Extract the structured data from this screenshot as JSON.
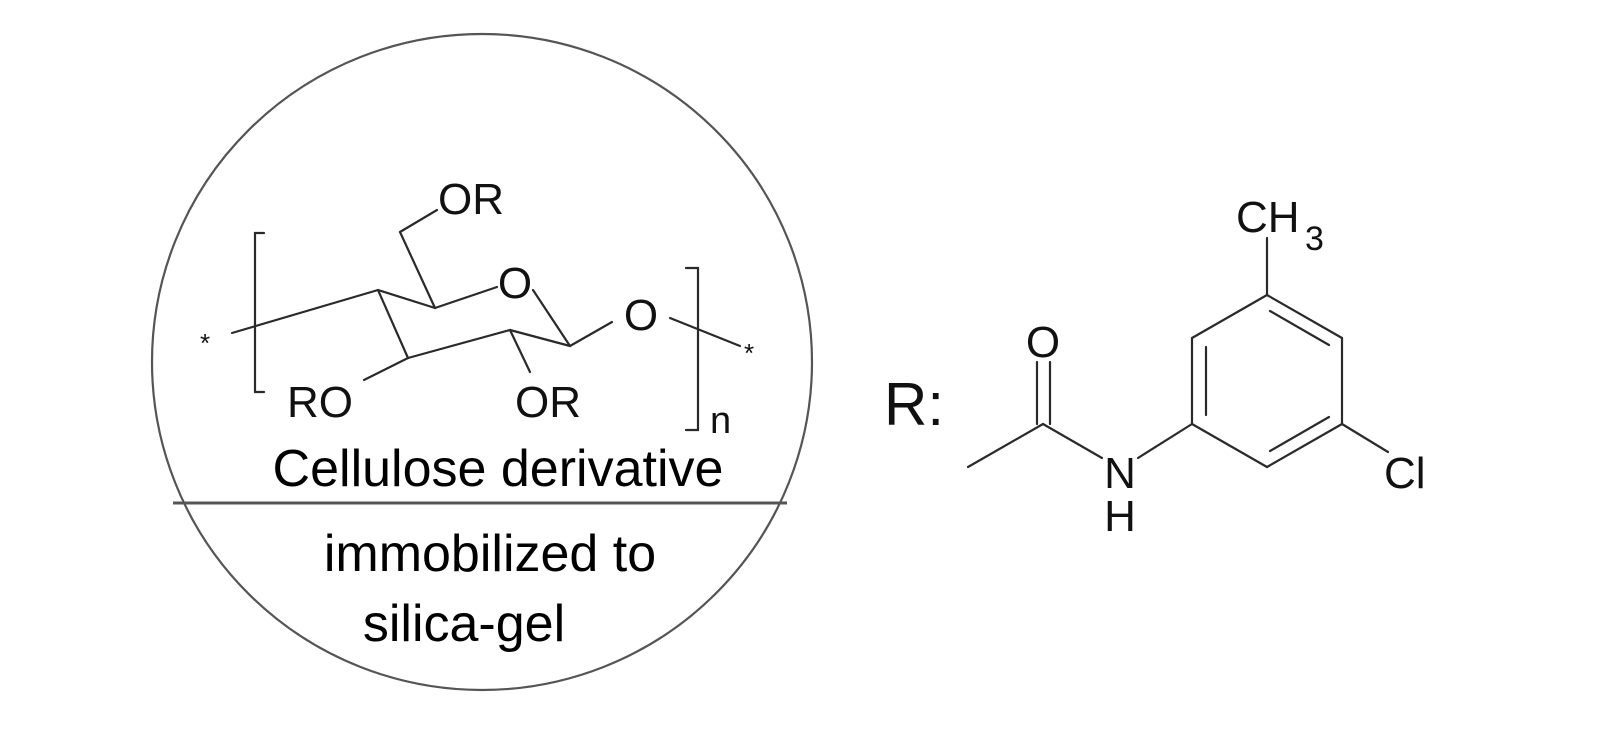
{
  "polymer": {
    "end_left": "*",
    "end_right": "*",
    "ring_oxygen": "O",
    "glycosidic_oxygen": "O",
    "substituent_c6": "OR",
    "substituent_c3": "RO",
    "substituent_c2": "OR",
    "repeat_subscript": "n"
  },
  "caption": {
    "line1": "Cellulose derivative",
    "line2": "immobilized to",
    "line3": "silica-gel"
  },
  "substituent": {
    "label": "R:",
    "carbonyl_oxygen": "O",
    "nitrogen": "N",
    "hydrogen": "H",
    "methyl": "CH",
    "methyl_subscript": "3",
    "chlorine": "Cl"
  },
  "colors": {
    "ink": "#111111",
    "outline": "#555555",
    "background": "#ffffff"
  }
}
